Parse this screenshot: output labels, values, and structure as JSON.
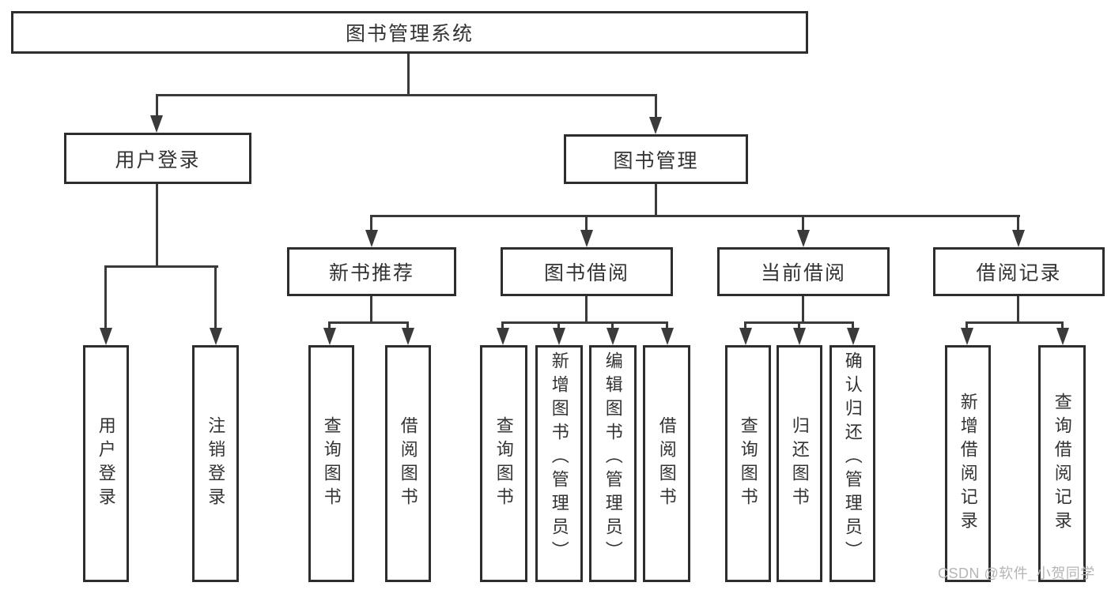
{
  "diagram_type": "hierarchy-tree",
  "colors": {
    "line": "#3a3a3a",
    "border": "#2d2d2d",
    "text": "#333333",
    "watermark": "#b5b5b5",
    "bg": "#ffffff"
  },
  "tree": {
    "root": {
      "label": "图书管理系统",
      "children": [
        {
          "label": "用户登录",
          "children": [
            {
              "label": "用户登录"
            },
            {
              "label": "注销登录"
            }
          ]
        },
        {
          "label": "图书管理",
          "children": [
            {
              "label": "新书推荐",
              "children": [
                {
                  "label": "查询图书"
                },
                {
                  "label": "借阅图书"
                }
              ]
            },
            {
              "label": "图书借阅",
              "children": [
                {
                  "label": "查询图书"
                },
                {
                  "label": "新增图书（管理员）"
                },
                {
                  "label": "编辑图书（管理员）"
                },
                {
                  "label": "借阅图书"
                }
              ]
            },
            {
              "label": "当前借阅",
              "children": [
                {
                  "label": "查询图书"
                },
                {
                  "label": "归还图书"
                },
                {
                  "label": "确认归还（管理员）"
                }
              ]
            },
            {
              "label": "借阅记录",
              "children": [
                {
                  "label": "新增借阅记录"
                },
                {
                  "label": "查询借阅记录"
                }
              ]
            }
          ]
        }
      ]
    }
  },
  "watermark": {
    "text": "CSDN @软件_小贺同学"
  }
}
